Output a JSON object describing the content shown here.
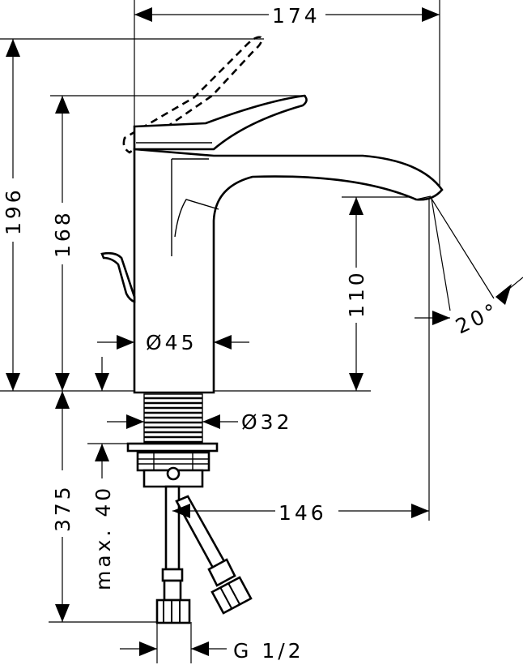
{
  "dimensions": {
    "width_top": "174",
    "height_total": "196",
    "height_spout_top": "168",
    "spout_clearance": "110",
    "angle": "20°",
    "body_diameter": "Ø45",
    "shank_diameter": "Ø32",
    "below_counter": "375",
    "max_thickness": "max. 40",
    "projection": "146",
    "connection": "G 1/2"
  }
}
